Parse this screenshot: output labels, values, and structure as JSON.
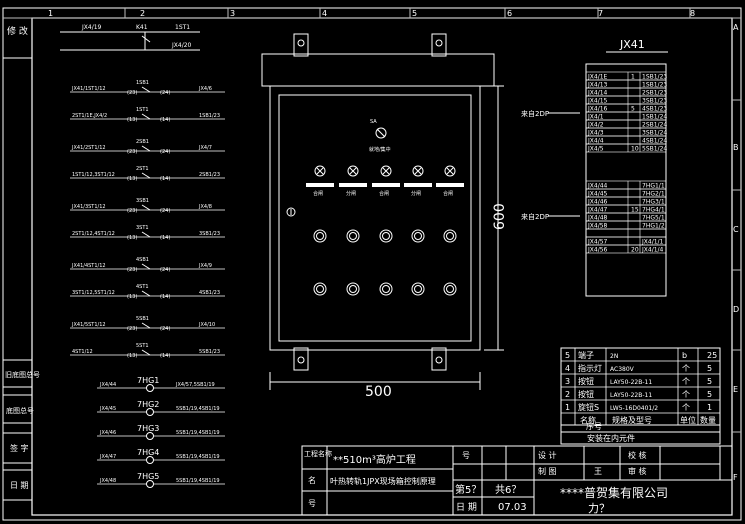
{
  "grid": {
    "cols": [
      "1",
      "2",
      "3",
      "4",
      "5",
      "6",
      "7",
      "8"
    ],
    "rows": [
      "A",
      "B",
      "C",
      "D",
      "E",
      "F"
    ]
  },
  "left_bar": {
    "revise": "修 改",
    "old_drawing_no": "旧底图总号",
    "base_drawing_no": "底图总号",
    "sign": "签 字",
    "date": "日 期"
  },
  "schematic": {
    "top_labels": [
      "JX4/19",
      "K41",
      "1ST1",
      "JX4/20"
    ],
    "rows": [
      {
        "left": "JX41/1ST1/12",
        "dev": "1SB1",
        "a": "(23)",
        "b": "(24)",
        "right": "JX4/6"
      },
      {
        "left": "2ST1/1E,JX4/2",
        "dev": "1ST1",
        "a": "(13)",
        "b": "(14)",
        "right": "1SB1/23"
      },
      {
        "left": "JX41/2ST1/12",
        "dev": "2SB1",
        "a": "(23)",
        "b": "(24)",
        "right": "JX4/7"
      },
      {
        "left": "1ST1/12,3ST1/12",
        "dev": "2ST1",
        "a": "(13)",
        "b": "(14)",
        "right": "2SB1/23"
      },
      {
        "left": "JX41/3ST1/12",
        "dev": "3SB1",
        "a": "(23)",
        "b": "(24)",
        "right": "JX4/8"
      },
      {
        "left": "2ST1/12,4ST1/12",
        "dev": "3ST1",
        "a": "(13)",
        "b": "(14)",
        "right": "3SB1/23"
      },
      {
        "left": "JX41/4ST1/12",
        "dev": "4SB1",
        "a": "(23)",
        "b": "(24)",
        "right": "JX4/9"
      },
      {
        "left": "3ST1/12,5ST1/12",
        "dev": "4ST1",
        "a": "(13)",
        "b": "(14)",
        "right": "4SB1/23"
      },
      {
        "left": "JX41/5ST1/12",
        "dev": "5SB1",
        "a": "(23)",
        "b": "(24)",
        "right": "JX4/10"
      },
      {
        "left": "4ST1/12",
        "dev": "5ST1",
        "a": "(13)",
        "b": "(14)",
        "right": "5SB1/23"
      }
    ],
    "lamps": [
      {
        "name": "7HG1",
        "left": "JX4/44",
        "right": "JX4/57,5SB1/19"
      },
      {
        "name": "7HG2",
        "left": "JX4/45",
        "right": "5SB1/19,4SB1/19"
      },
      {
        "name": "7HG3",
        "left": "JX4/46",
        "right": "5SB1/19,4SB1/19"
      },
      {
        "name": "7HG4",
        "left": "JX4/47",
        "right": "5SB1/19,4SB1/19"
      },
      {
        "name": "7HG5",
        "left": "JX4/48",
        "right": "5SB1/19,4SB1/19"
      }
    ]
  },
  "cabinet": {
    "switch_label": "就地/集中",
    "lamp_labels": [
      "合闸",
      "分闸",
      "合闸",
      "分闸",
      "合闸"
    ],
    "width": "500",
    "height": "600"
  },
  "terminal": {
    "title": "JX41",
    "from1": "来自2DP",
    "from2": "来自2DP",
    "block1": [
      [
        "JX4/1E",
        "1",
        "1SB1/23"
      ],
      [
        "JX4/13",
        "",
        "1SB1/23"
      ],
      [
        "JX4/14",
        "",
        "2SB1/23"
      ],
      [
        "JX4/15",
        "",
        "3SB1/23"
      ],
      [
        "JX4/16",
        "5",
        "4SB1/23"
      ],
      [
        "JX4/1",
        "",
        "1SB1/24"
      ],
      [
        "JX4/2",
        "",
        "2SB1/24"
      ],
      [
        "JX4/3",
        "",
        "3SB1/24"
      ],
      [
        "JX4/4",
        "",
        "4SB1/24"
      ],
      [
        "JX4/5",
        "10",
        "5SB1/24"
      ]
    ],
    "block2": [
      [
        "JX4/44",
        "",
        "7HG1/1"
      ],
      [
        "JX4/45",
        "",
        "7HG2/1"
      ],
      [
        "JX4/46",
        "",
        "7HG3/1"
      ],
      [
        "JX4/47",
        "15",
        "7HG4/1"
      ],
      [
        "JX4/48",
        "",
        "7HG5/1"
      ],
      [
        "JX4/58",
        "",
        "7HG1/2"
      ],
      [
        "",
        "",
        ""
      ],
      [
        "JX4/57",
        "",
        "JX4/1/1"
      ],
      [
        "JX4/56",
        "20",
        "JX4/1/4"
      ]
    ]
  },
  "parts_table": {
    "rows": [
      {
        "no": "5",
        "name": "端子",
        "model": "2N",
        "unit": "b",
        "qty": "25"
      },
      {
        "no": "4",
        "name": "指示灯",
        "model": "AC380V",
        "unit": "个",
        "qty": "5"
      },
      {
        "no": "3",
        "name": "按钮",
        "model": "LAY50-22B-11",
        "unit": "个",
        "qty": "5"
      },
      {
        "no": "2",
        "name": "按钮",
        "model": "LAY50-22B-11",
        "unit": "个",
        "qty": "5"
      },
      {
        "no": "1",
        "name": "旋钮S",
        "model": "LW5-16D0401/2",
        "unit": "个",
        "qty": "1"
      }
    ],
    "header": {
      "no": "序号",
      "name": "名称",
      "model": "规格及型号",
      "unit": "单位",
      "qty": "数量"
    },
    "footer": "安装在内元件"
  },
  "title_block": {
    "project_label": "工程名称",
    "project": "**510m³高炉工程",
    "name_label": "名",
    "drawing_name": "叶热转轨1JPX现场箱控制原理",
    "no_label": "号",
    "design": "设 计",
    "drawn": "制 图",
    "drawn_by": "王",
    "check": "校 核",
    "review": "审 核",
    "sheet": "第5？",
    "total": "共6？",
    "date_label": "日 期",
    "date_value": "07.03",
    "company": "****普贺集有限公司",
    "company2": "力？"
  }
}
